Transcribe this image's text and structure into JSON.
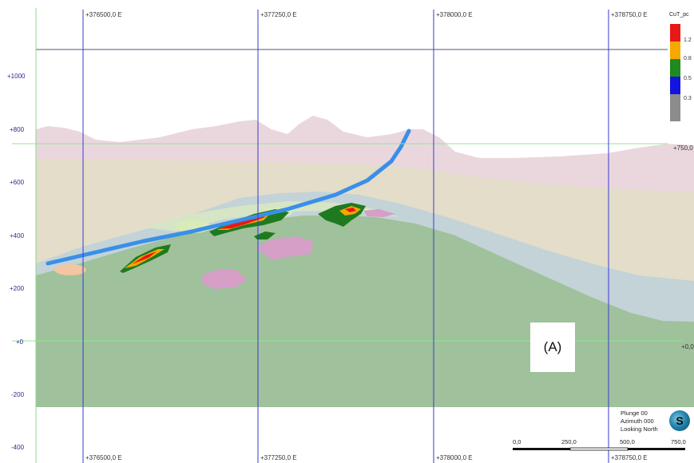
{
  "section": {
    "x_axis_labels": [
      "+376500,0 E",
      "+377250,0 E",
      "+378000,0 E",
      "+378750,0 E"
    ],
    "y_axis_labels": [
      "+1000",
      "+800",
      "+600",
      "+400",
      "+200",
      "+0",
      "-200",
      "-400"
    ],
    "right_labels": [
      "+750,0",
      "+0,0"
    ],
    "panel_label": "(A)"
  },
  "legend": {
    "title": "CuT_pc",
    "items": [
      {
        "value": "1.2",
        "color": "#e81818"
      },
      {
        "value": "0.8",
        "color": "#f5a800"
      },
      {
        "value": "0.5",
        "color": "#1f8a1f"
      },
      {
        "value": "0.3",
        "color": "#1414e0"
      },
      {
        "value": "",
        "color": "#8c8c8c"
      }
    ]
  },
  "view_info": {
    "plunge": "Plunge 00",
    "azimuth": "Azimuth 000",
    "looking": "Looking North"
  },
  "scale_bar": {
    "labels": [
      "0,0",
      "250,0",
      "500,0",
      "750,0"
    ]
  },
  "colors": {
    "grid_vertical": "#3a3ad0",
    "grid_horizontal": "#90e890",
    "drillhole": "#3a8fe8",
    "topo_unit": "#e8d6dc",
    "upper_unit": "#e2dccb",
    "mid_unit": "#bed1d6",
    "lower_unit": "#9ec09a"
  },
  "icons": {
    "compass": "compass-s-icon"
  }
}
